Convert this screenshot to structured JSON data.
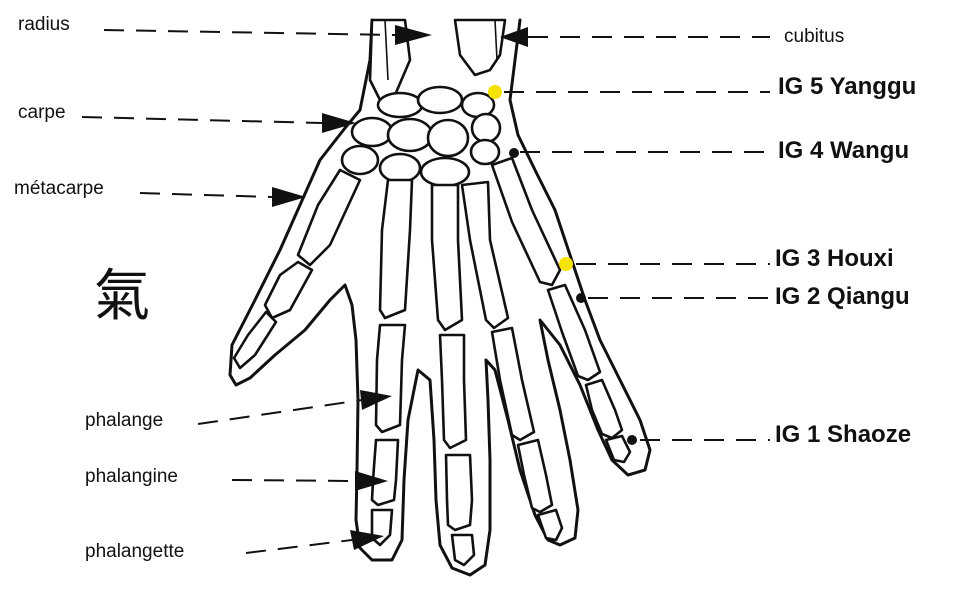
{
  "labels_left": {
    "radius": "radius",
    "carpe": "carpe",
    "metacarpe": "métacarpe",
    "phalange": "phalange",
    "phalangine": "phalangine",
    "phalangette": "phalangette"
  },
  "labels_right": {
    "cubitus": "cubitus",
    "ig5": "IG 5 Yanggu",
    "ig4": "IG 4 Wangu",
    "ig3": "IG 3 Houxi",
    "ig2": "IG 2 Qiangu",
    "ig1": "IG 1 Shaoze"
  },
  "symbol": "氣",
  "colors": {
    "highlight_point": "#f5e400",
    "line": "#111111"
  }
}
